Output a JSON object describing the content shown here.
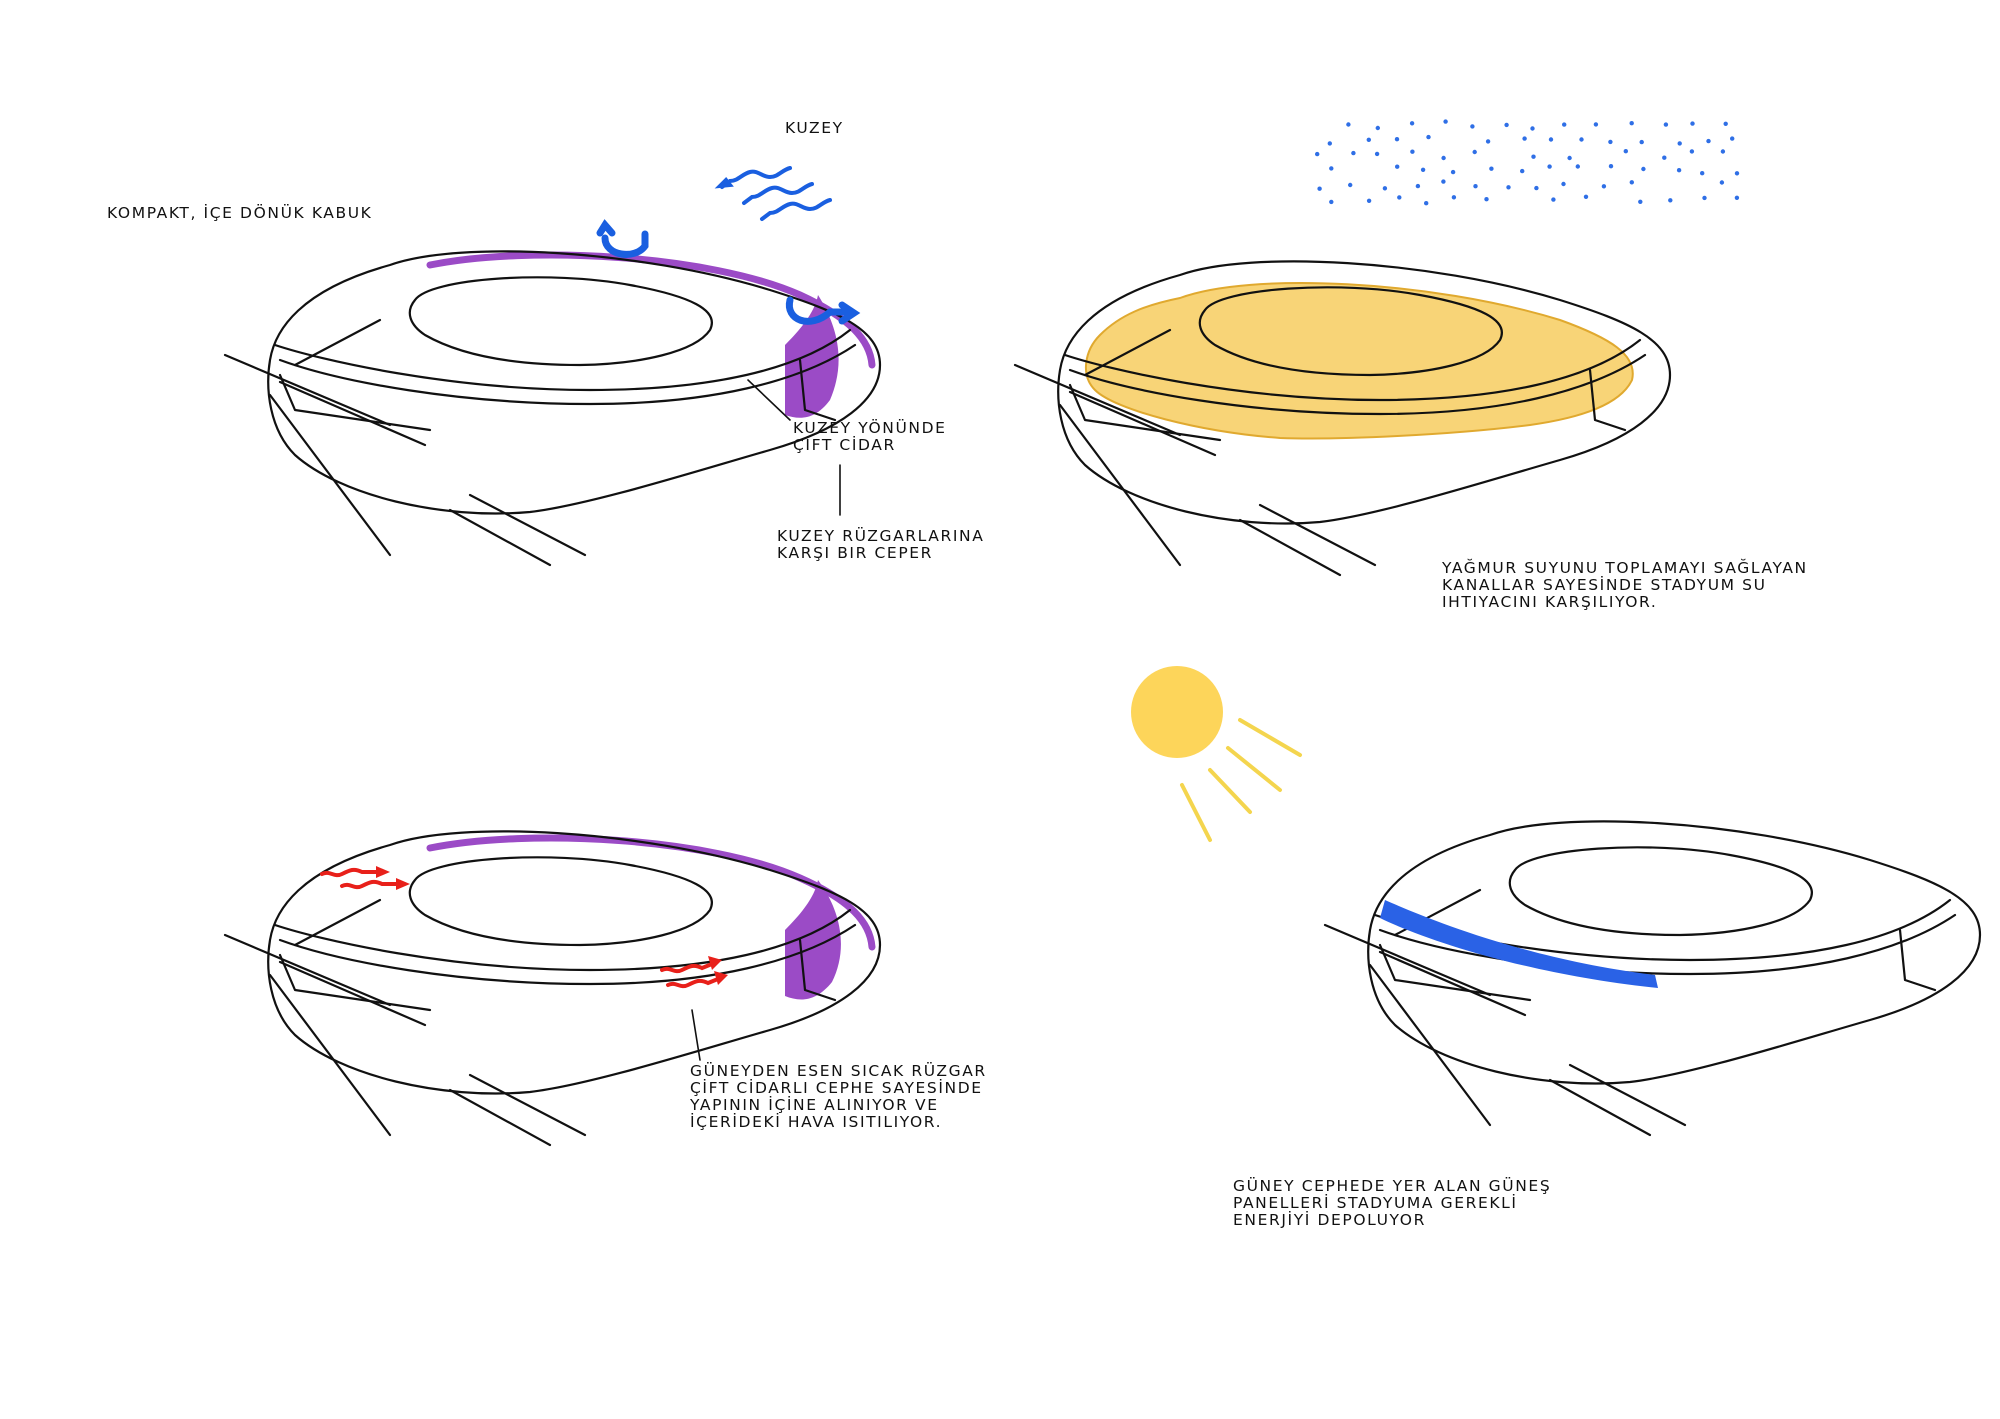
{
  "colors": {
    "ink": "#111111",
    "wall": "#9b4bc6",
    "wind": "#1a5fe0",
    "warm": "#e8201a",
    "rain": "#2f6fe6",
    "glow": "#f5c54a",
    "sun": "#fdd55a",
    "sunray": "#f4d54e",
    "panel": "#2a62e6"
  },
  "panels": {
    "compact": {
      "title": "KOMPAKT, İÇE DÖNÜK KABUK",
      "north_label": "KUZEY",
      "wall_note": [
        "KUZEY YÖNÜNDE",
        "ÇİFT CİDAR"
      ],
      "wind_note": [
        "KUZEY RÜZGARLARINA",
        "KARŞI BIR CEPER"
      ]
    },
    "rain": {
      "note": [
        "YAĞMUR SUYUNU TOPLAMAYI SAĞLAYAN",
        "KANALLAR SAYESİNDE STADYUM SU",
        "IHTIYACINI KARŞILIYOR."
      ]
    },
    "warm": {
      "note": [
        "GÜNEYDEN ESEN SICAK RÜZGAR",
        "ÇİFT CİDARLI CEPHE SAYESİNDE",
        "YAPININ İÇİNE ALINIYOR VE",
        "İÇERİDEKİ HAVA ISITILIYOR."
      ]
    },
    "solar": {
      "note": [
        "GÜNEY CEPHEDE YER ALAN GÜNEŞ",
        "PANELLERİ STADYUMA GEREKLİ",
        "ENERJİYİ DEPOLUYOR"
      ]
    }
  }
}
